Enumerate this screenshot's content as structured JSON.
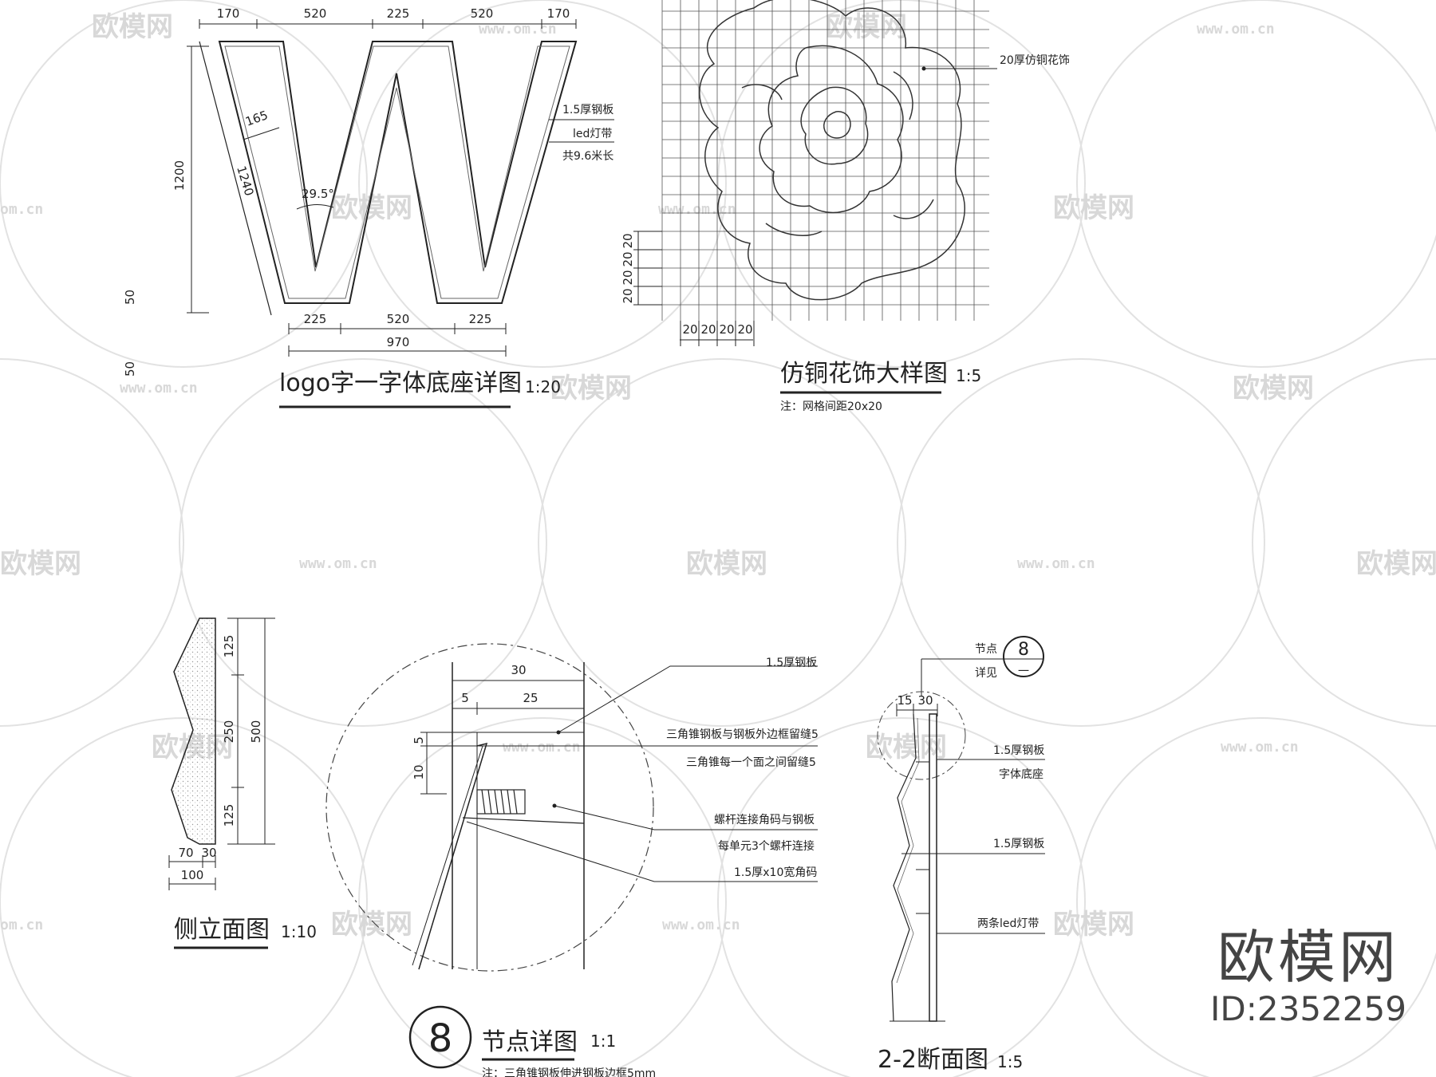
{
  "watermark": {
    "name": "欧模网",
    "url": "www.om.cn",
    "url_short": "om.cn"
  },
  "brand": {
    "name": "欧模网",
    "id": "ID:2352259"
  },
  "logo_detail": {
    "title": "logo字一字体底座详图",
    "scale": "1:20",
    "top_dims": [
      "170",
      "520",
      "225",
      "520",
      "170"
    ],
    "bottom_dims": [
      "225",
      "520",
      "225"
    ],
    "total_width": "970",
    "height": "1200",
    "stroke_width": "165",
    "diagonal": "1240",
    "angle": "29.5°",
    "left_dims": [
      "50",
      "50"
    ],
    "notes": [
      "1.5厚钢板",
      "led灯带",
      "共9.6米长"
    ]
  },
  "flower_detail": {
    "title": "仿铜花饰大样图",
    "scale": "1:5",
    "label": "20厚仿铜花饰",
    "grid_dims_v": [
      "20",
      "20",
      "20",
      "20"
    ],
    "grid_dims_h": [
      "20",
      "20",
      "20",
      "20"
    ],
    "note": "注：网格间距20x20"
  },
  "side_elevation": {
    "title": "侧立面图",
    "scale": "1:10",
    "dims_v": [
      "125",
      "250",
      "125"
    ],
    "total_h": "500",
    "dims_bottom": [
      "70",
      "30"
    ],
    "total_w": "100"
  },
  "node_detail": {
    "title": "节点详图",
    "scale": "1:1",
    "number": "8",
    "dims_top": [
      "30",
      "5",
      "25"
    ],
    "dims_left": [
      "5",
      "10"
    ],
    "notes": [
      "1.5厚钢板",
      "三角锥钢板与钢板外边框留缝5",
      "三角锥每一个面之间留缝5",
      "螺杆连接角码与钢板",
      "每单元3个螺杆连接",
      "1.5厚x10宽角码"
    ],
    "footnote": "注：三角锥钢板伸进钢板边框5mm"
  },
  "section_22": {
    "title": "2-2断面图",
    "scale": "1:5",
    "ref_label_1": "节点",
    "ref_label_2": "详见",
    "ref_number": "8",
    "ref_sheet": "一",
    "dims_top": [
      "15",
      "30"
    ],
    "notes": [
      "1.5厚钢板",
      "字体底座",
      "1.5厚钢板",
      "两条led灯带"
    ]
  }
}
